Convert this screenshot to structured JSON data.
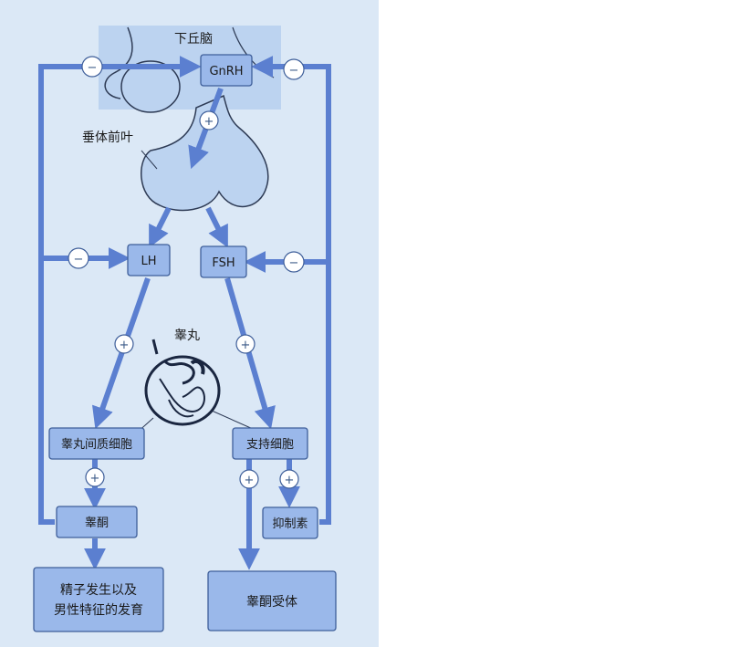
{
  "labels": {
    "hypothalamus": "下丘脑",
    "pituitary": "垂体前叶",
    "testis": "睾丸"
  },
  "nodes": {
    "gnrh": "GnRH",
    "lh": "LH",
    "fsh": "FSH",
    "leydig": "睾丸间质细胞",
    "sertoli": "支持细胞",
    "testosterone": "睾酮",
    "inhibin": "抑制素",
    "spermatogenesis_line1": "精子发生以及",
    "spermatogenesis_line2": "男性特征的发育",
    "testosterone_receptor": "睾酮受体"
  },
  "signs": {
    "minus": "−",
    "plus": "+"
  },
  "colors": {
    "panel": "#dbe8f6",
    "arrow": "#5b7fd0",
    "node_fill": "#9ab8ea",
    "node_stroke": "#3f5f9a",
    "tissue": "#bcd3f0"
  }
}
